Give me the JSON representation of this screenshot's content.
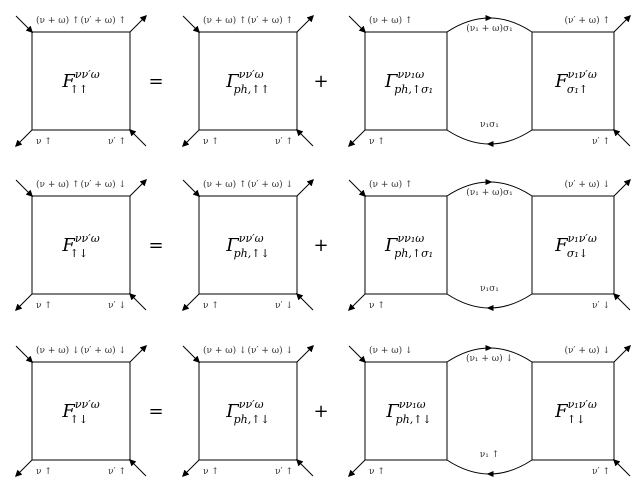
{
  "rows": [
    {
      "plain": {
        "symbol": "F",
        "sup": "νν′ω",
        "sub": "↑↑",
        "top_left": "(ν + ω) ↑",
        "top_right": "(ν′ + ω) ↑",
        "bottom_left": "ν ↑",
        "bottom_right": "ν′ ↑"
      },
      "gamma": {
        "symbol": "Γ",
        "sup": "νν′ω",
        "sub": "ph,↑↑",
        "top_left": "(ν + ω) ↑",
        "top_right": "(ν′ + ω) ↑",
        "bottom_left": "ν ↑",
        "bottom_right": "ν′ ↑"
      },
      "equals": "=",
      "plus": "+",
      "ladder": {
        "left_symbol": "Γ",
        "left_sup": "νν₁ω",
        "left_sub": "ph,↑σ₁",
        "right_symbol": "F",
        "right_sup": "ν₁ν′ω",
        "right_sub": "σ₁↑",
        "top_arc": "(ν₁ + ω)σ₁",
        "bottom_arc": "ν₁σ₁",
        "top_left": "(ν + ω) ↑",
        "top_right": "(ν′ + ω) ↑",
        "bottom_left": "ν ↑",
        "bottom_right": "ν′ ↑"
      }
    },
    {
      "plain": {
        "symbol": "F",
        "sup": "νν′ω",
        "sub": "↑↓",
        "top_left": "(ν + ω) ↑",
        "top_right": "(ν′ + ω) ↓",
        "bottom_left": "ν ↑",
        "bottom_right": "ν′ ↓"
      },
      "gamma": {
        "symbol": "Γ",
        "sup": "νν′ω",
        "sub": "ph,↑↓",
        "top_left": "(ν + ω) ↑",
        "top_right": "(ν′ + ω) ↓",
        "bottom_left": "ν ↑",
        "bottom_right": "ν′ ↓"
      },
      "equals": "=",
      "plus": "+",
      "ladder": {
        "left_symbol": "Γ",
        "left_sup": "νν₁ω",
        "left_sub": "ph,↑σ₁",
        "right_symbol": "F",
        "right_sup": "ν₁ν′ω",
        "right_sub": "σ₁↓",
        "top_arc": "(ν₁ + ω)σ₁",
        "bottom_arc": "ν₁σ₁",
        "top_left": "(ν + ω) ↑",
        "top_right": "(ν′ + ω) ↓",
        "bottom_left": "ν ↑",
        "bottom_right": "ν′ ↓"
      }
    },
    {
      "plain": {
        "symbol": "F",
        "sup": "νν′ω",
        "sub": "↑↓",
        "top_left": "(ν + ω) ↓",
        "top_right": "(ν′ + ω) ↓",
        "bottom_left": "ν ↑",
        "bottom_right": "ν′ ↑"
      },
      "gamma": {
        "symbol": "Γ",
        "sup": "νν′ω",
        "sub": "ph,↑↓",
        "top_left": "(ν + ω) ↓",
        "top_right": "(ν′ + ω) ↓",
        "bottom_left": "ν ↑",
        "bottom_right": "ν′ ↑"
      },
      "equals": "=",
      "plus": "+",
      "ladder": {
        "left_symbol": "Γ",
        "left_sup": "νν₁ω",
        "left_sub": "ph,↑↓",
        "right_symbol": "F",
        "right_sup": "ν₁ν′ω",
        "right_sub": "↑↓",
        "top_arc": "(ν₁ + ω) ↓",
        "bottom_arc": "ν₁ ↑",
        "top_left": "(ν + ω) ↓",
        "top_right": "(ν′ + ω) ↓",
        "bottom_left": "ν ↑",
        "bottom_right": "ν′ ↑"
      }
    }
  ]
}
